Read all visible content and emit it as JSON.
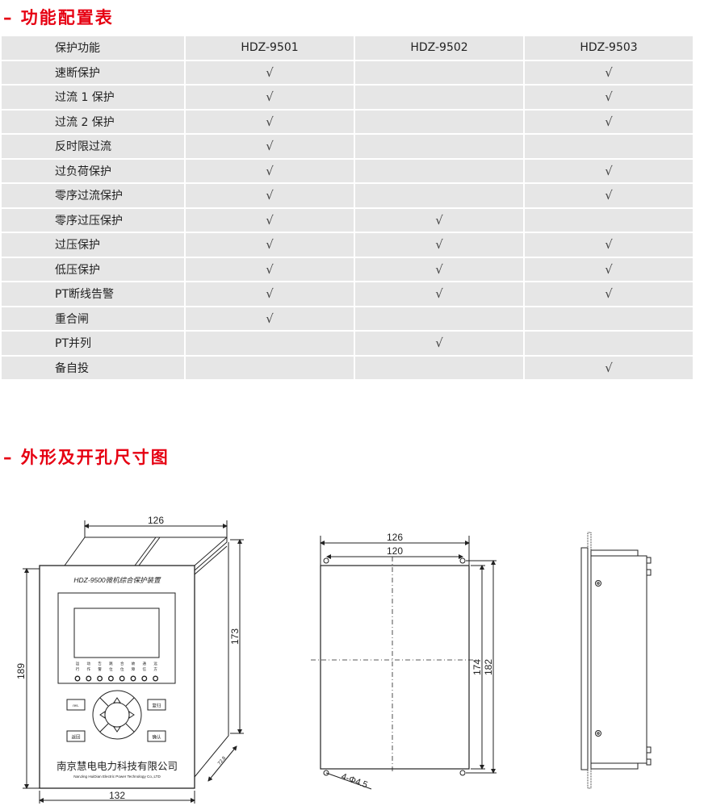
{
  "section1_title": "– 功能配置表",
  "section2_title": "– 外形及开孔尺寸图",
  "check_mark": "√",
  "table": {
    "headers": [
      "保护功能",
      "HDZ-9501",
      "HDZ-9502",
      "HDZ-9503"
    ],
    "rows": [
      {
        "name": "速断保护",
        "checks": [
          true,
          false,
          true
        ]
      },
      {
        "name": "过流 1 保护",
        "checks": [
          true,
          false,
          true
        ]
      },
      {
        "name": "过流 2 保护",
        "checks": [
          true,
          false,
          true
        ]
      },
      {
        "name": "反时限过流",
        "checks": [
          true,
          false,
          false
        ]
      },
      {
        "name": "过负荷保护",
        "checks": [
          true,
          false,
          true
        ]
      },
      {
        "name": "零序过流保护",
        "checks": [
          true,
          false,
          true
        ]
      },
      {
        "name": "零序过压保护",
        "checks": [
          true,
          true,
          false
        ]
      },
      {
        "name": "过压保护",
        "checks": [
          true,
          true,
          true
        ]
      },
      {
        "name": "低压保护",
        "checks": [
          true,
          true,
          true
        ]
      },
      {
        "name": "PT断线告警",
        "checks": [
          true,
          true,
          true
        ]
      },
      {
        "name": "重合闸",
        "checks": [
          true,
          false,
          false
        ]
      },
      {
        "name": "PT并列",
        "checks": [
          false,
          true,
          false
        ]
      },
      {
        "name": "备自投",
        "checks": [
          false,
          false,
          true
        ]
      }
    ]
  },
  "front_view": {
    "dim_top": "126",
    "dim_side": "173",
    "dim_height": "189",
    "dim_width": "132",
    "dim_depth": "72.8",
    "device_title": "HDZ-9500微机综合保护装置",
    "leds": [
      [
        "运",
        "行"
      ],
      [
        "动",
        "作"
      ],
      [
        "告",
        "警"
      ],
      [
        "跳",
        "位"
      ],
      [
        "合",
        "位"
      ],
      [
        "故",
        "障"
      ],
      [
        "通",
        "信"
      ],
      [
        "远",
        "方"
      ]
    ],
    "btn_reset": "res.",
    "btn_back": "返回",
    "btn_revert": "复归",
    "btn_confirm": "确认",
    "company_cn": "南京慧电电力科技有限公司",
    "company_en": "NanJing HuiDian Electric Power Technology Co.,LTD"
  },
  "cutout_view": {
    "dim_outer_width": "126",
    "dim_hole_width": "120",
    "dim_inner_height": "174",
    "dim_outer_height": "182",
    "hole_note": "4-Φ4.5"
  },
  "colors": {
    "accent": "#e60012",
    "row_bg": "#e6e6e6"
  }
}
